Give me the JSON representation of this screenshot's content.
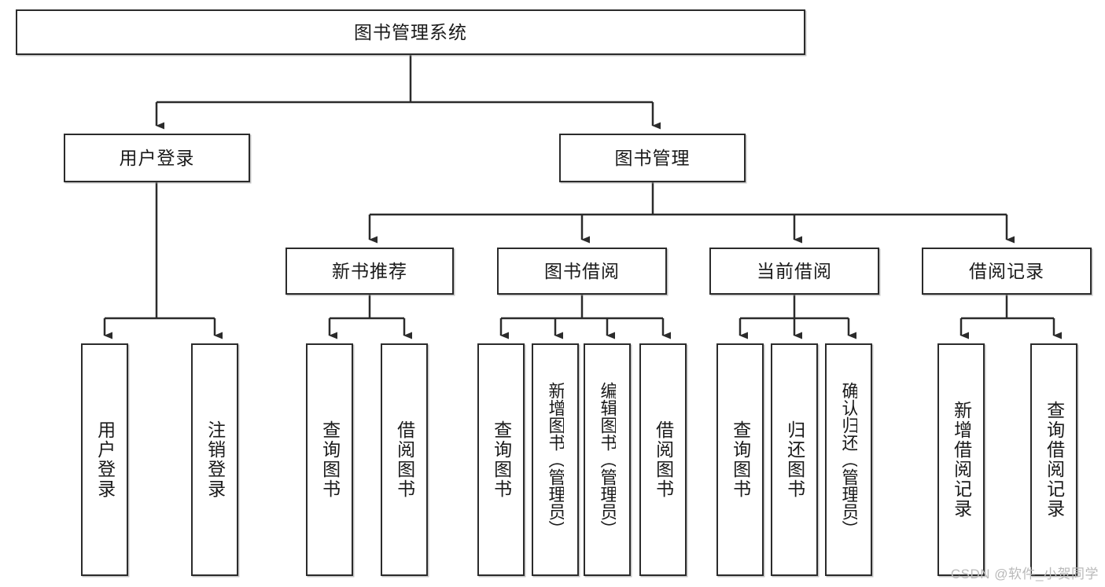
{
  "diagram": {
    "title": "图书管理系统",
    "type": "hierarchy-tree",
    "root": {
      "label": "图书管理系统"
    },
    "level2": [
      {
        "label": "用户登录"
      },
      {
        "label": "图书管理"
      }
    ],
    "level3": [
      {
        "label": "新书推荐"
      },
      {
        "label": "图书借阅"
      },
      {
        "label": "当前借阅"
      },
      {
        "label": "借阅记录"
      }
    ],
    "leaves": {
      "user_login": [
        {
          "label": "用户登录"
        },
        {
          "label": "注销登录"
        }
      ],
      "new_book_recommend": [
        {
          "label": "查询图书"
        },
        {
          "label": "借阅图书"
        }
      ],
      "book_borrow": [
        {
          "label": "查询图书"
        },
        {
          "label": "新增图书（管理员）"
        },
        {
          "label": "编辑图书（管理员）"
        },
        {
          "label": "借阅图书"
        }
      ],
      "current_borrow": [
        {
          "label": "查询图书"
        },
        {
          "label": "归还图书"
        },
        {
          "label": "确认归还（管理员）"
        }
      ],
      "borrow_record": [
        {
          "label": "新增借阅记录"
        },
        {
          "label": "查询借阅记录"
        }
      ]
    }
  },
  "watermark": {
    "text": "CSDN @软件_小贺同学"
  },
  "colors": {
    "stroke": "#2b2b2b",
    "fill": "#ffffff",
    "text": "#1a1a1a",
    "watermark": "#b9b9b9"
  }
}
